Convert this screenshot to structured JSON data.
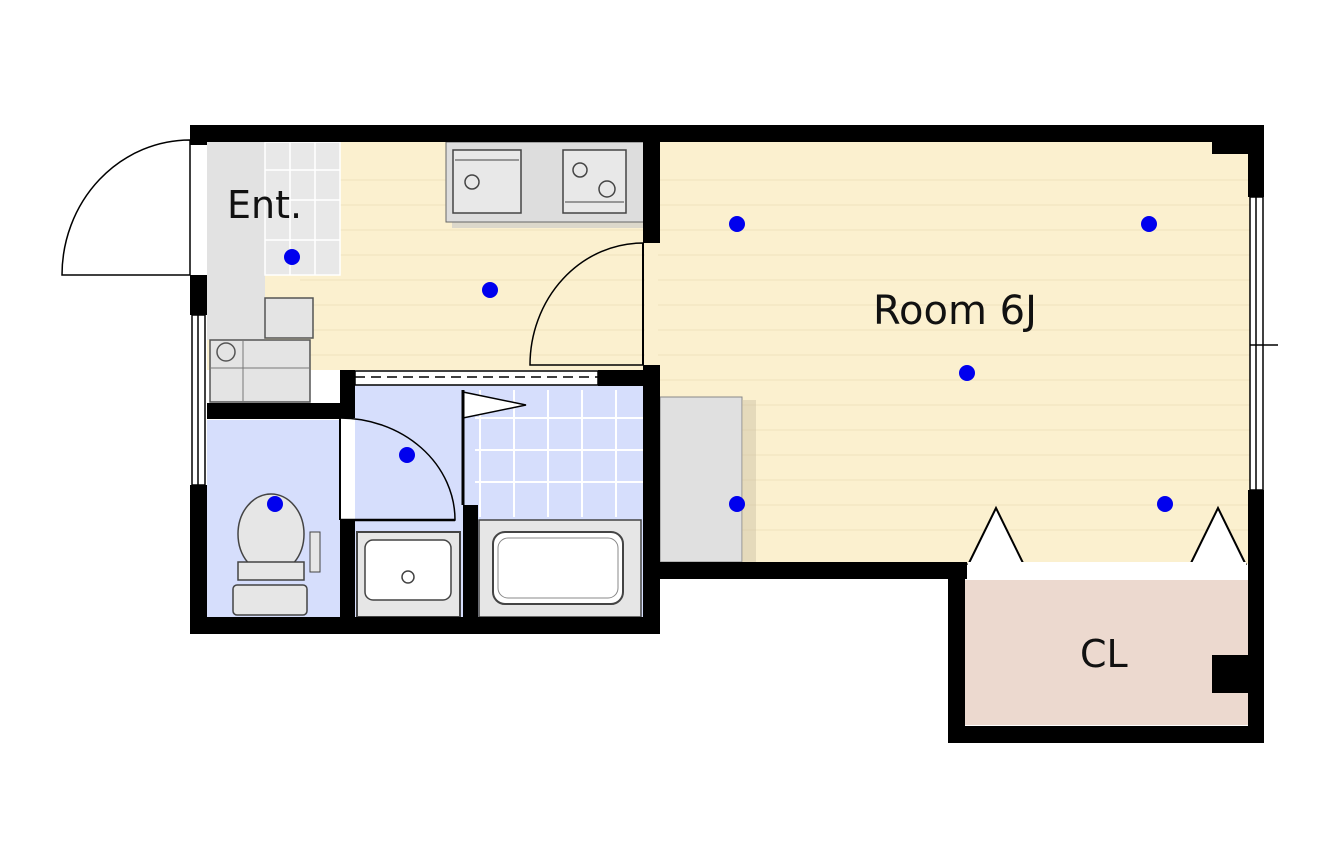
{
  "labels": {
    "entrance": "Ent.",
    "main_room": "Room 6J",
    "closet": "CL"
  },
  "colors": {
    "wall": "#000000",
    "floor_wood": "#fbf0cf",
    "floor_wet": "#d6defc",
    "floor_closet": "#ecd9cf",
    "floor_entry": "#e4e4e4",
    "marker": "#0000ee"
  },
  "icons": [
    "door-swing-icon",
    "kitchen-sink-icon",
    "stove-icon",
    "washbasin-icon",
    "toilet-icon",
    "bathtub-icon",
    "washing-machine-pan-icon",
    "marker-dot-icon"
  ]
}
